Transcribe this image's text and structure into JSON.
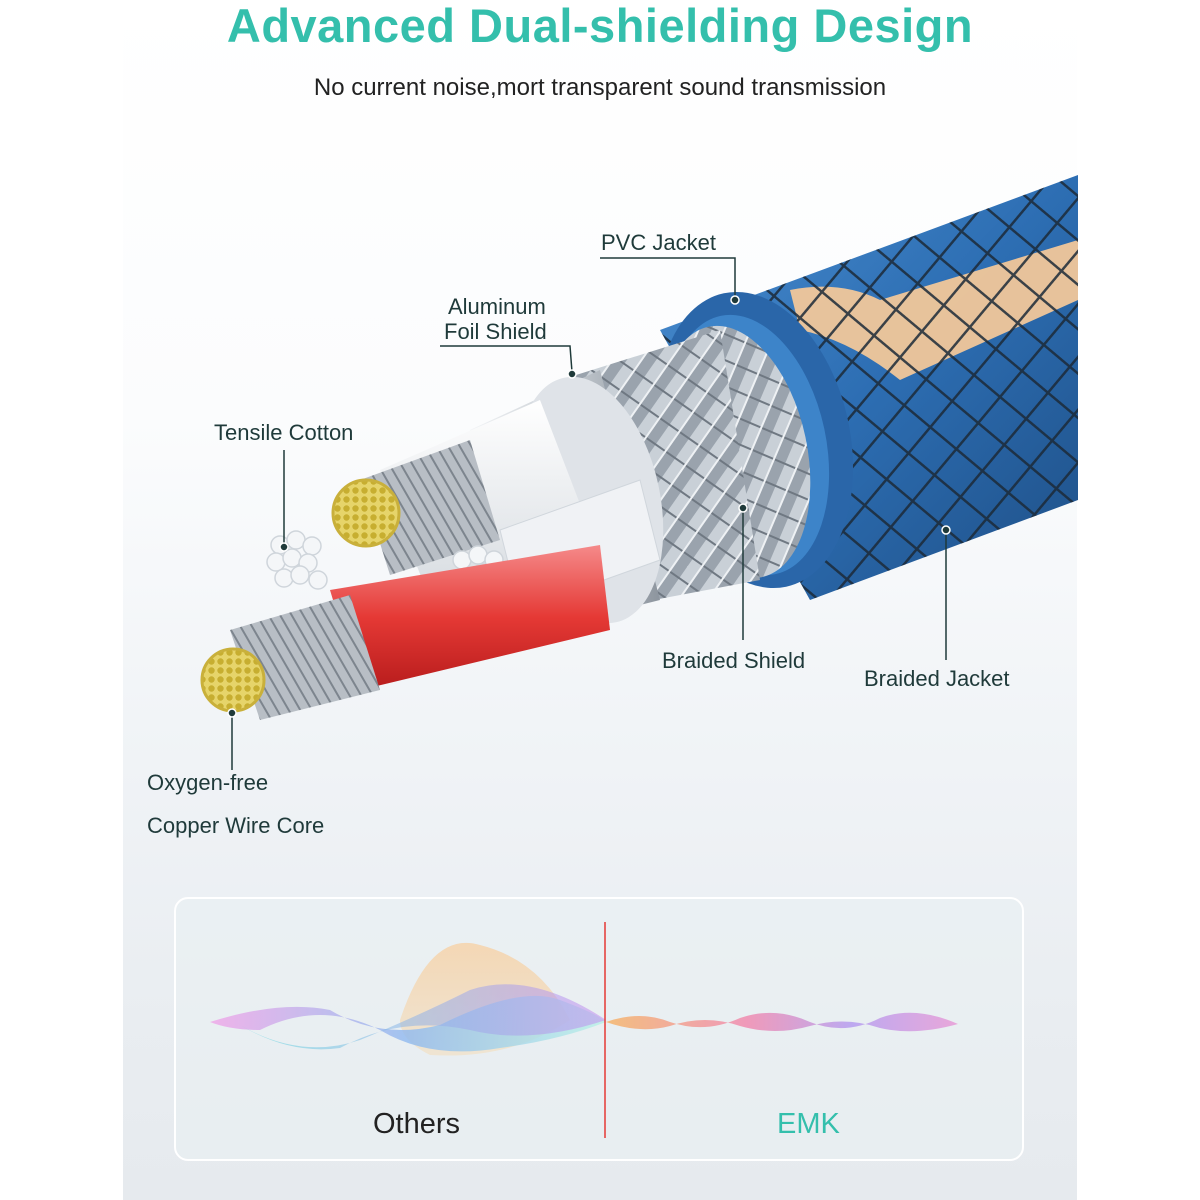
{
  "header": {
    "title": "Advanced Dual-shielding Design",
    "subtitle": "No current noise,mort transparent sound transmission"
  },
  "labels": {
    "pvc_jacket": "PVC Jacket",
    "aluminum_line1": "Aluminum",
    "aluminum_line2": "Foil Shield",
    "tensile_cotton": "Tensile Cotton",
    "braided_shield": "Braided Shield",
    "braided_jacket": "Braided Jacket",
    "copper_line1": "Oxygen-free",
    "copper_line2": "Copper Wire Core"
  },
  "comparison": {
    "left_label": "Others",
    "right_label": "EMK"
  },
  "colors": {
    "title": "#34bfac",
    "brand_label": "#34bfac",
    "divider": "#e53935",
    "jacket_blue": "#2f72b8",
    "copper_gold": "#e3cf55"
  }
}
